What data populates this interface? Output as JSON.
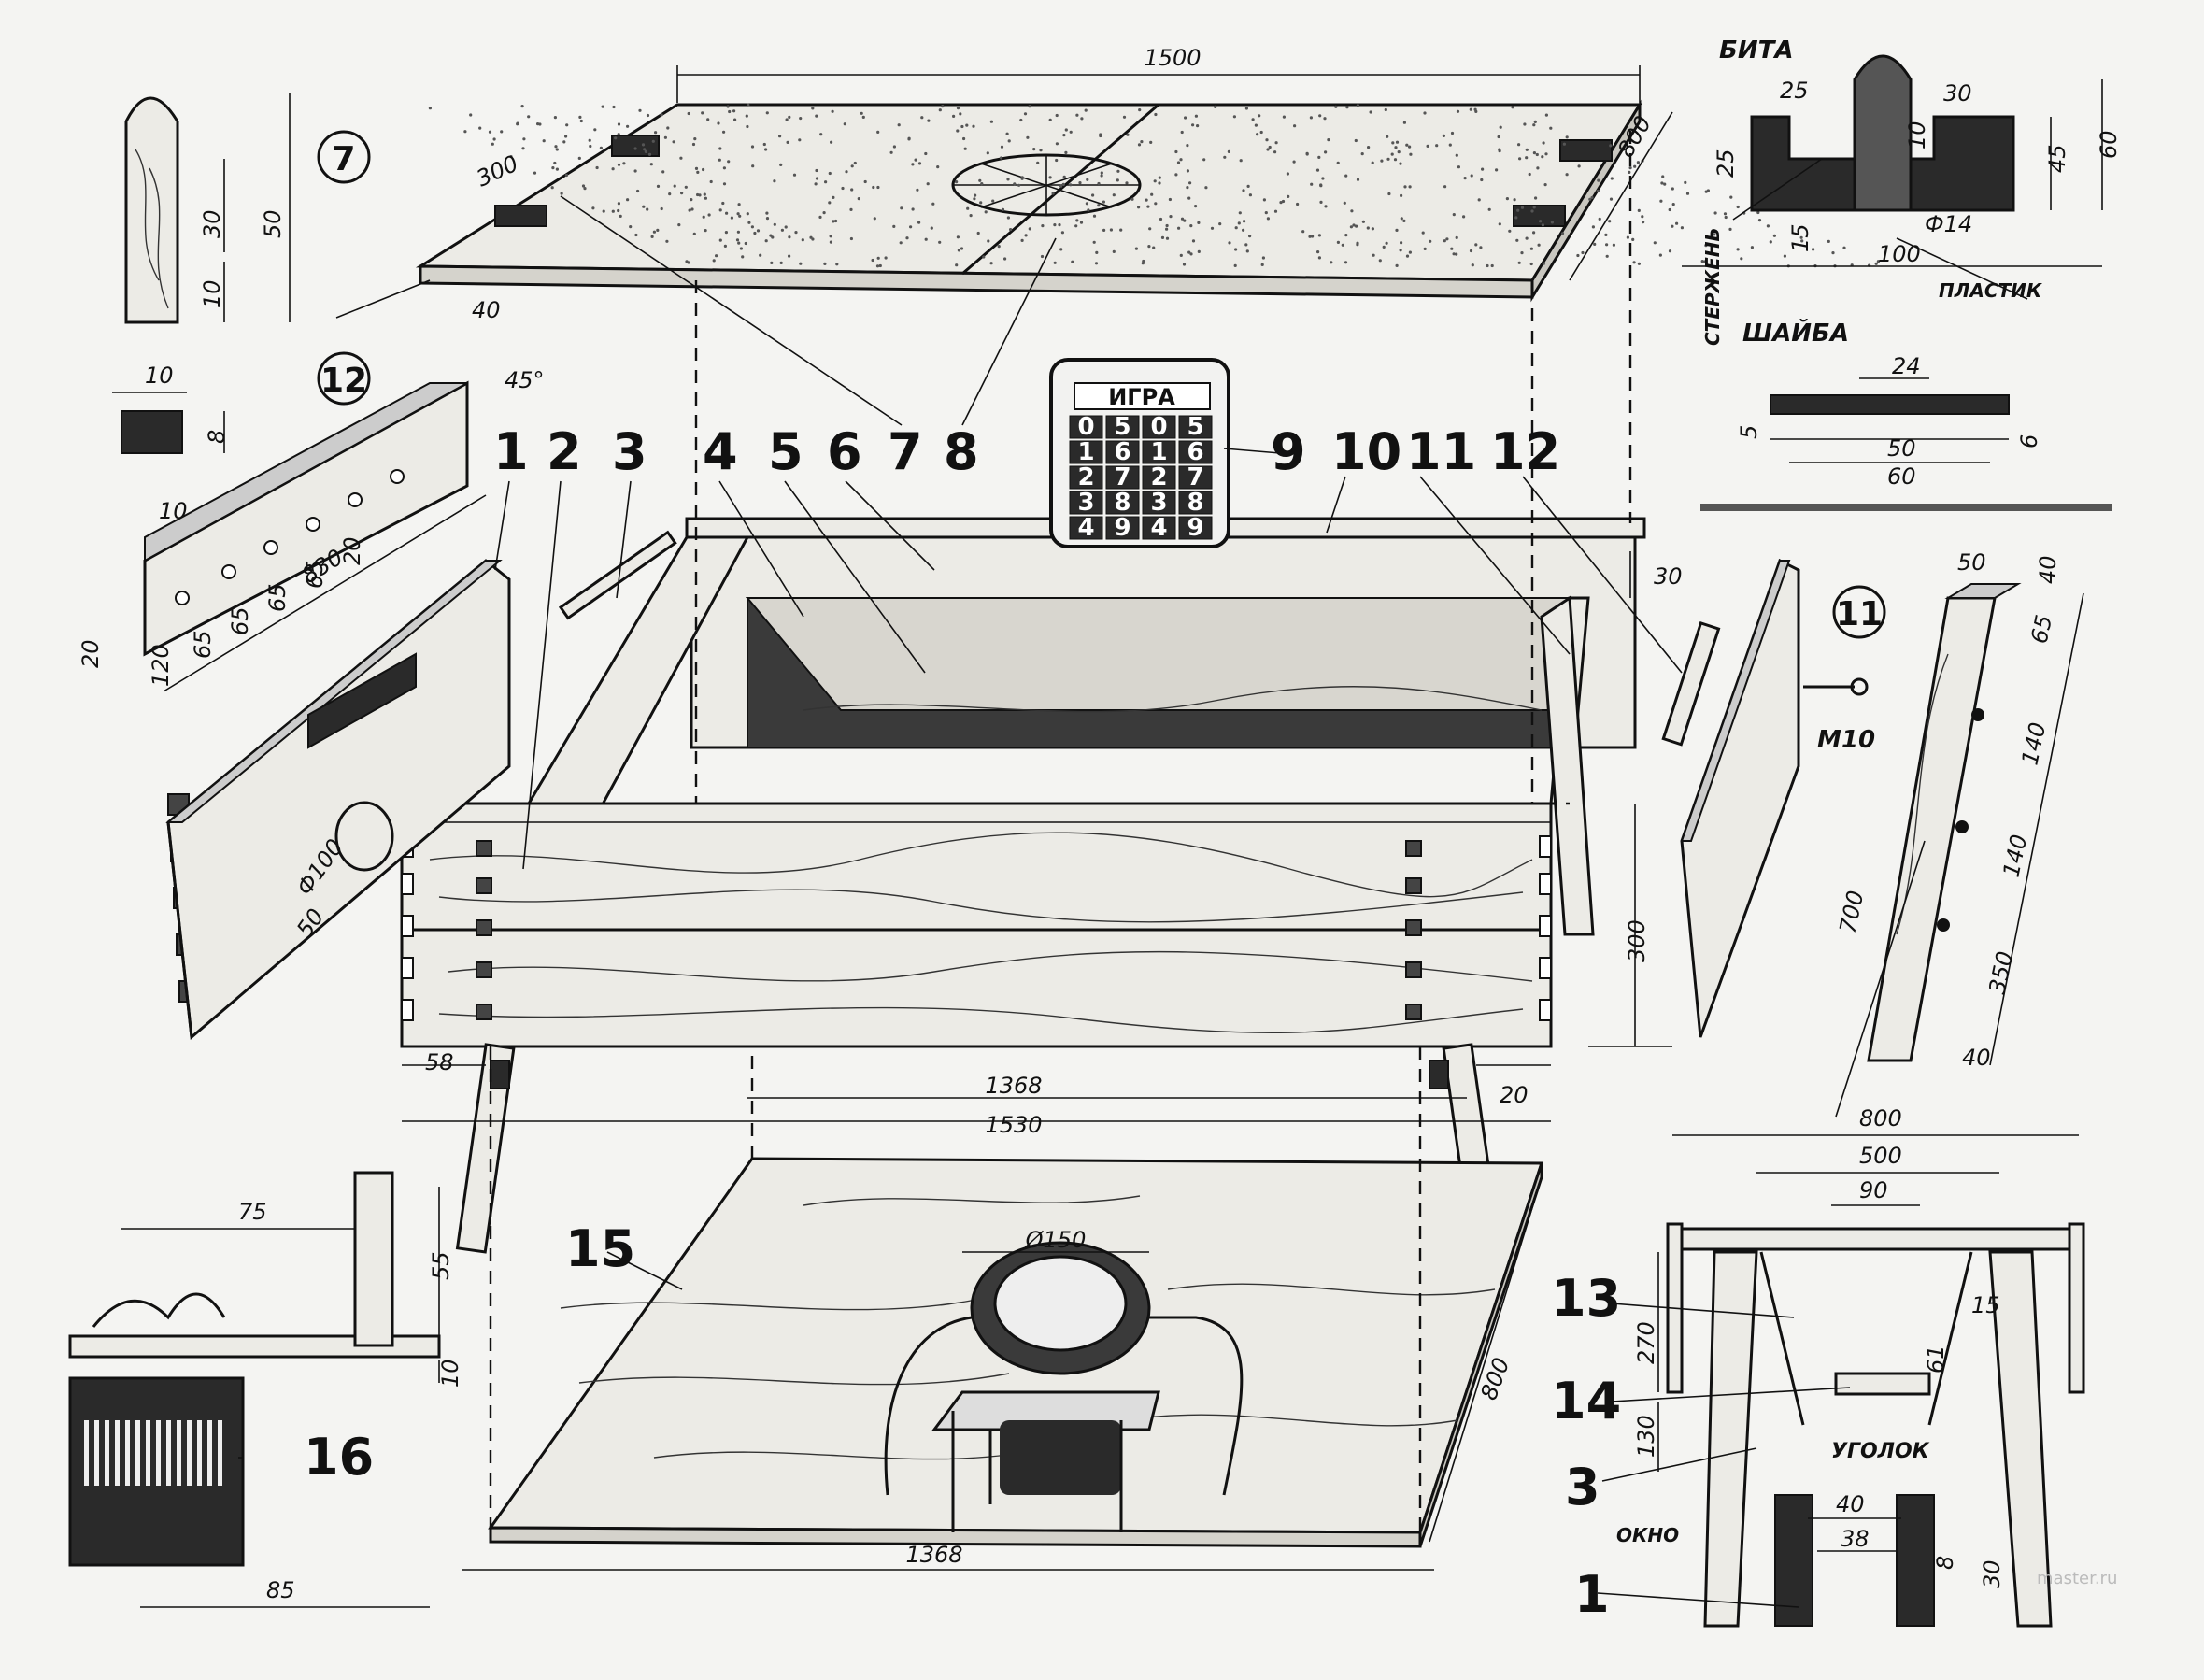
{
  "callouts": [
    "1",
    "2",
    "3",
    "4",
    "5",
    "6",
    "7",
    "8",
    "9",
    "10",
    "11",
    "12",
    "13",
    "14",
    "15",
    "16"
  ],
  "detail_refs": [
    "7",
    "12",
    "11"
  ],
  "game_panel": {
    "title": "ИГРА",
    "cells": [
      [
        "0",
        "5",
        "0",
        "5"
      ],
      [
        "1",
        "6",
        "1",
        "6"
      ],
      [
        "2",
        "7",
        "2",
        "7"
      ],
      [
        "3",
        "8",
        "3",
        "8"
      ],
      [
        "4",
        "9",
        "4",
        "9"
      ]
    ]
  },
  "labels": {
    "bita": "БИТА",
    "shaiba": "ШАЙБА",
    "plastik": "ПЛАСТИК",
    "sterzhen": "СТЕРЖЕНЬ",
    "ugolok": "УГОЛОК",
    "okno": "ОКНО",
    "bolt": "М10"
  },
  "dims": {
    "top_len": "1500",
    "top_w": "800",
    "top_300": "300",
    "top_40": "40",
    "box_len": "1530",
    "box_inner": "1368",
    "box_h": "300",
    "box_58": "58",
    "box_20": "20",
    "hole": "Ф100",
    "hole_50": "50",
    "bottom_len": "1368",
    "bottom_w": "800",
    "fan_d": "Ø150",
    "strip_len": "830",
    "strip_45": "45°",
    "strip_10": "10",
    "strip_20": "20",
    "strip_spacing": [
      "120",
      "65",
      "65",
      "65",
      "65",
      "20"
    ],
    "pin_50": "50",
    "pin_30": "30",
    "pin_10": "10",
    "pin_w": "10",
    "pin_8": "8",
    "bita_25": "25",
    "bita_25b": "25",
    "bita_30": "30",
    "bita_10": "10",
    "bita_45": "45",
    "bita_60": "60",
    "bita_100": "100",
    "bita_d14": "Ф14",
    "bita_15": "15",
    "sh_24": "24",
    "sh_50": "50",
    "sh_60": "60",
    "sh_5": "5",
    "sh_6": "6",
    "leg_700": "700",
    "leg_50": "50",
    "leg_40": "40",
    "leg_65": "65",
    "leg_140a": "140",
    "leg_140b": "140",
    "leg_350": "350",
    "leg_40b": "40",
    "leg_30": "30",
    "fr_800": "800",
    "fr_500": "500",
    "fr_90": "90",
    "fr_270": "270",
    "fr_130": "130",
    "fr_15": "15",
    "fr_61": "61",
    "fr_40": "40",
    "fr_38": "38",
    "fr_8": "8",
    "fr_30": "30",
    "d16_75": "75",
    "d16_55": "55",
    "d16_10": "10",
    "d16_85": "85"
  },
  "watermark": "master.ru"
}
